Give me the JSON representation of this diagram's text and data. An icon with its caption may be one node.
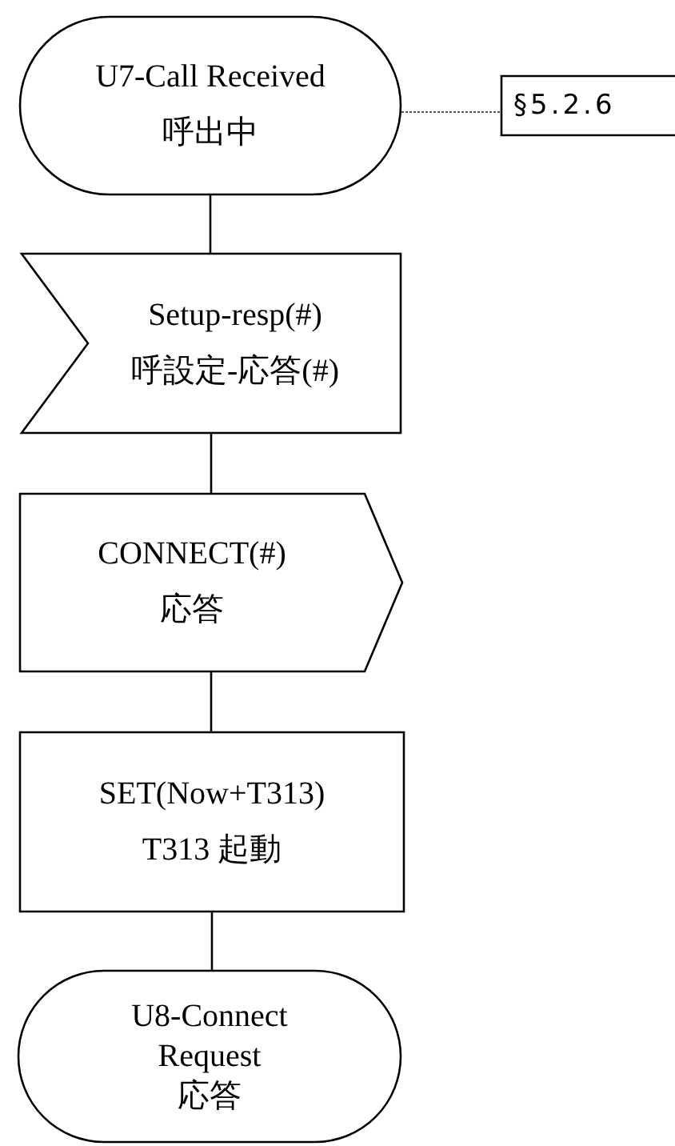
{
  "diagram": {
    "nodes": [
      {
        "text": [
          "U7-Call Received",
          "呼出中"
        ]
      },
      {
        "text": [
          "§5.2.6"
        ]
      },
      {
        "text": [
          "Setup-resp(#)",
          "呼設定-応答(#)"
        ]
      },
      {
        "text": [
          "CONNECT(#)",
          "応答"
        ]
      },
      {
        "text": [
          "SET(Now+T313)",
          "T313 起動"
        ]
      },
      {
        "text": [
          "U8-Connect Request",
          "応答"
        ]
      }
    ],
    "edges": [
      {
        "from": 0,
        "to": 1,
        "arrow": "none",
        "style": "dashed"
      },
      {
        "from": 0,
        "to": 2,
        "arrow": "none"
      },
      {
        "from": 2,
        "to": 3,
        "arrow": "none"
      },
      {
        "from": 3,
        "to": 4,
        "arrow": "none"
      },
      {
        "from": 4,
        "to": 5,
        "arrow": "none"
      }
    ]
  }
}
